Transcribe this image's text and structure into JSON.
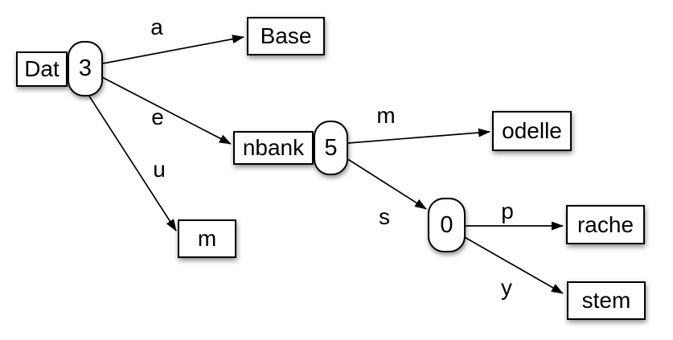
{
  "diagram": {
    "type": "trie-graph",
    "colors": {
      "background": "#ffffff",
      "node_fill": "#ffffff",
      "stroke": "#000000",
      "text": "#000000",
      "shadow": "rgba(0,0,0,0.45)"
    },
    "nodes": {
      "dat": {
        "label": "Dat",
        "shape": "rect"
      },
      "n3": {
        "label": "3",
        "shape": "pill"
      },
      "base": {
        "label": "Base",
        "shape": "rect"
      },
      "nbank": {
        "label": "nbank",
        "shape": "rect"
      },
      "n5": {
        "label": "5",
        "shape": "pill"
      },
      "odelle": {
        "label": "odelle",
        "shape": "rect"
      },
      "m": {
        "label": "m",
        "shape": "rect"
      },
      "n0": {
        "label": "0",
        "shape": "pill"
      },
      "rache": {
        "label": "rache",
        "shape": "rect"
      },
      "stem": {
        "label": "stem",
        "shape": "rect"
      }
    },
    "edges": [
      {
        "from": "3",
        "to": "Base",
        "label": "a"
      },
      {
        "from": "3",
        "to": "nbank",
        "label": "e"
      },
      {
        "from": "3",
        "to": "m",
        "label": "u"
      },
      {
        "from": "5",
        "to": "odelle",
        "label": "m"
      },
      {
        "from": "5",
        "to": "0",
        "label": "s"
      },
      {
        "from": "0",
        "to": "rache",
        "label": "p"
      },
      {
        "from": "0",
        "to": "stem",
        "label": "y"
      }
    ]
  }
}
